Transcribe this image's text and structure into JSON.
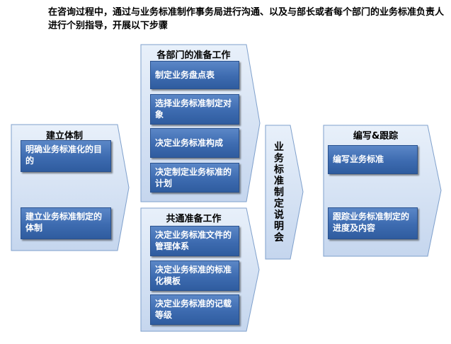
{
  "intro_text": "在咨询过程中，通过与业务标准制作事务局进行沟通、以及与部长或者每个部门的业务标准负责人进行个别指导，开展以下步骤",
  "stages": {
    "establish": {
      "title": "建立体制",
      "items": [
        "明确业务标准化的目的",
        "建立业务标准制定的体制"
      ]
    },
    "dept_prep": {
      "title": "各部门的准备工作",
      "items": [
        "制定业务盘点表",
        "选择业务标准制定对象",
        "决定业务标准构成",
        "决定制定业务标准的计划"
      ]
    },
    "common_prep": {
      "title": "共通准备工作",
      "items": [
        "决定业务标准文件的管理体系",
        "决定业务标准的标准化模板",
        "决定业务标准的记载等级"
      ]
    },
    "briefing": {
      "title": "业务标准制定说明会"
    },
    "write_track": {
      "title": "编写&跟踪",
      "items": [
        "编写业务标准",
        "跟踪业务标准制定的进度及内容"
      ]
    }
  },
  "colors": {
    "arrow_fill_light": "#dbe7f7",
    "arrow_stroke": "#7fa0cc",
    "box_fill": "#3d6bb0"
  }
}
